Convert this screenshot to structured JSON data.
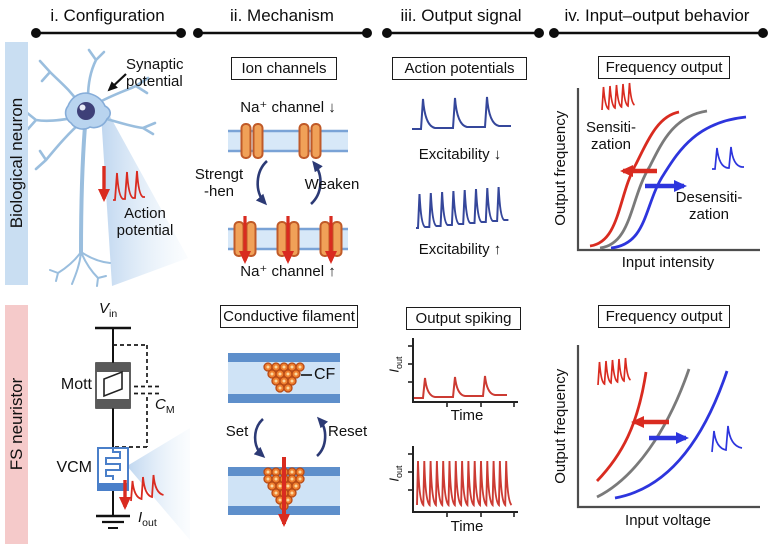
{
  "palette": {
    "red": "#d92b20",
    "navy": "#2c3a75",
    "signal_blue": "#2d35dd",
    "curve_gray": "#7a7a7a",
    "bio_band": "#c9def2",
    "fs_band": "#f5caca",
    "membrane_fill": "#d7e8f8",
    "membrane_edge": "#7aa3d6",
    "channel_fill": "#f0a158",
    "channel_edge": "#c05a28",
    "device_blue": "#4a7fc9",
    "mott_gray": "#595959"
  },
  "header": {
    "sections": [
      "i. Configuration",
      "ii. Mechanism",
      "iii. Output signal",
      "iv. Input–output behavior"
    ]
  },
  "bio": {
    "band_label": "Biological neuron",
    "config": {
      "synaptic_label": "Synaptic\npotential",
      "action_label": "Action\npotential"
    },
    "mechanism": {
      "title": "Ion channels",
      "na_down": "Na⁺ channel ↓",
      "na_up": "Na⁺ channel ↑",
      "strengthen": "Strengt\n-hen",
      "weaken": "Weaken"
    },
    "signal": {
      "title": "Action potentials",
      "excitability_down": "Excitability ↓",
      "excitability_up": "Excitability ↑"
    },
    "behavior": {
      "title": "Frequency output",
      "ylabel": "Output frequency",
      "xlabel": "Input intensity",
      "sensitization": "Sensiti-\nzation",
      "desensitization": "Desensiti-\nzation"
    }
  },
  "fs": {
    "band_label": "FS neuristor",
    "config": {
      "vin": {
        "base": "V",
        "sub": "in"
      },
      "mott": "Mott",
      "cm": {
        "base": "C",
        "sub": "M"
      },
      "vcm": "VCM",
      "iout": {
        "base": "I",
        "sub": "out"
      }
    },
    "mechanism": {
      "title": "Conductive filament",
      "cf": "CF",
      "set": "Set",
      "reset": "Reset"
    },
    "signal": {
      "title": "Output spiking",
      "ylabel": {
        "base": "I",
        "sub": "out"
      },
      "xlabel": "Time"
    },
    "behavior": {
      "title": "Frequency output",
      "ylabel": "Output frequency",
      "xlabel": "Input voltage"
    }
  }
}
